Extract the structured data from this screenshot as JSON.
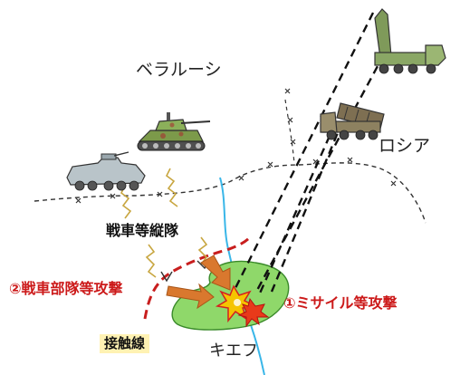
{
  "labels": {
    "belarus": "ベラルーシ",
    "russia": "ロシア",
    "tank_column": "戦車等縦隊",
    "tank_attack": "②戦車部隊等攻撃",
    "missile_attack": "①ミサイル等攻撃",
    "kyiv": "キエフ",
    "contact_line": "接触線"
  },
  "colors": {
    "border": "#333333",
    "river": "#39b6e8",
    "kyiv_fill": "#8fd86a",
    "contact_line": "#c81e1e",
    "arrow": "#d9782e",
    "label_red": "#cc1a1a",
    "contact_bg": "#fff2b3"
  },
  "icons": [
    "apc-icon",
    "tank-icon",
    "launcher-truck-icon",
    "rocket-launcher-icon",
    "explosion-icon",
    "missile-trajectory-icon",
    "attack-arrow-icon"
  ]
}
